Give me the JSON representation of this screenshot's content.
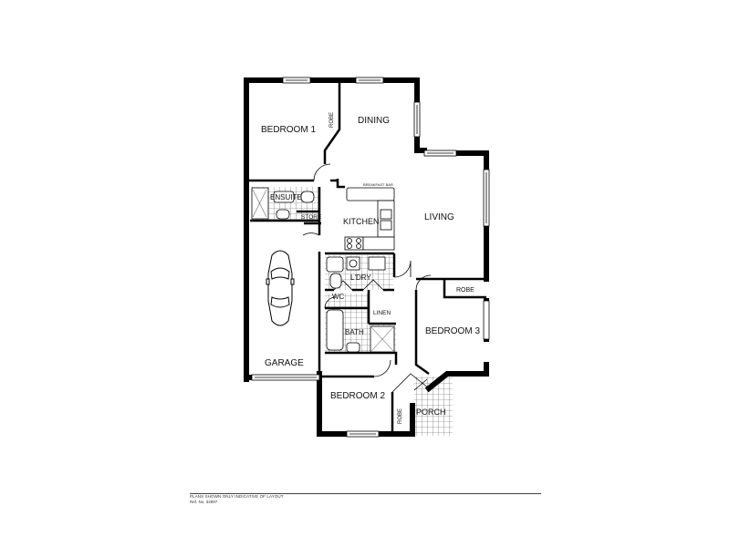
{
  "rooms": {
    "bedroom1": "BEDROOM 1",
    "robe1": "ROBE",
    "dining": "DINING",
    "ensuite": "ENSUITE",
    "store": "STORE",
    "breakfast_bar": "BREAKFAST BAR",
    "kitchen": "KITCHEN",
    "living": "LIVING",
    "laundry": "L'DRY",
    "wc": "WC",
    "linen": "LINEN",
    "bath": "BATH",
    "robe3": "ROBE",
    "bedroom3": "BEDROOM 3",
    "garage": "GARAGE",
    "bedroom2": "BEDROOM 2",
    "robe2": "ROBE",
    "porch": "PORCH"
  },
  "footer": {
    "disclaimer": "PLANS SHOWN ONLY INDICATIVE OF LAYOUT",
    "ref": "Ref. No. 32897"
  }
}
